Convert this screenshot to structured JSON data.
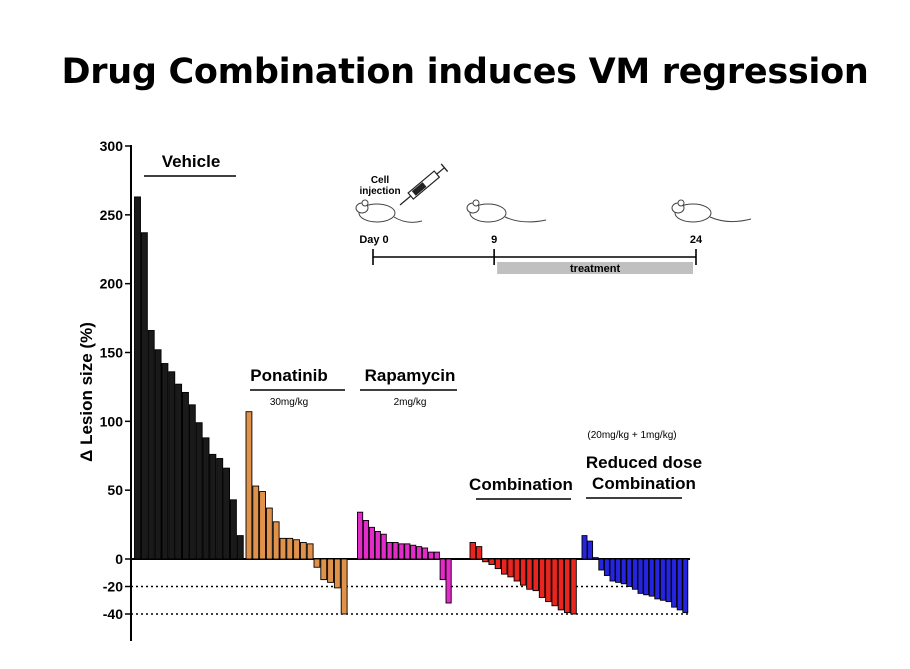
{
  "slide_title": "Drug Combination induces VM regression",
  "chart_data": {
    "type": "bar",
    "title": "",
    "xlabel": "",
    "ylabel": "Δ Lesion size  (%)",
    "ylim": [
      -40,
      300
    ],
    "yticks": [
      300,
      250,
      200,
      150,
      100,
      50,
      0,
      -20,
      -40
    ],
    "reference_lines": [
      -20,
      -40
    ],
    "groups": [
      {
        "name": "Vehicle",
        "dose": "",
        "color": "#1a1a1a",
        "values": [
          263,
          237,
          166,
          152,
          142,
          136,
          127,
          121,
          112,
          99,
          88,
          76,
          73,
          66,
          43,
          17
        ]
      },
      {
        "name": "Ponatinib",
        "dose": "30mg/kg",
        "color": "#e0924a",
        "values": [
          107,
          53,
          49,
          37,
          27,
          15,
          15,
          14,
          12,
          11,
          -6,
          -15,
          -17,
          -21,
          -40
        ]
      },
      {
        "name": "Rapamycin",
        "dose": "2mg/kg",
        "color": "#e32bc9",
        "values": [
          34,
          28,
          23,
          20,
          18,
          12,
          12,
          11,
          11,
          10,
          9,
          8,
          5,
          5,
          -15,
          -32
        ]
      },
      {
        "name": "Combination",
        "dose": "",
        "color": "#e8251f",
        "values": [
          12,
          9,
          -2,
          -4,
          -7,
          -11,
          -13,
          -16,
          -19,
          -22,
          -23,
          -28,
          -31,
          -34,
          -37,
          -39,
          -40
        ]
      },
      {
        "name": "Reduced dose Combination",
        "name_lines": [
          "Reduced dose",
          "Combination"
        ],
        "dose": "(20mg/kg + 1mg/kg)",
        "color": "#2525e0",
        "values": [
          17,
          13,
          1,
          -8,
          -12,
          -16,
          -17,
          -18,
          -20,
          -22,
          -25,
          -26,
          -27,
          -29,
          -30,
          -31,
          -35,
          -37,
          -39
        ]
      }
    ]
  },
  "timeline": {
    "events": [
      {
        "label": "Day 0",
        "day": 0,
        "note": "Cell\ninjection"
      },
      {
        "label": "9",
        "day": 9,
        "note": ""
      },
      {
        "label": "24",
        "day": 24,
        "note": ""
      }
    ],
    "treatment_label": "treatment",
    "treatment_start_day": 9,
    "treatment_end_day": 24
  }
}
